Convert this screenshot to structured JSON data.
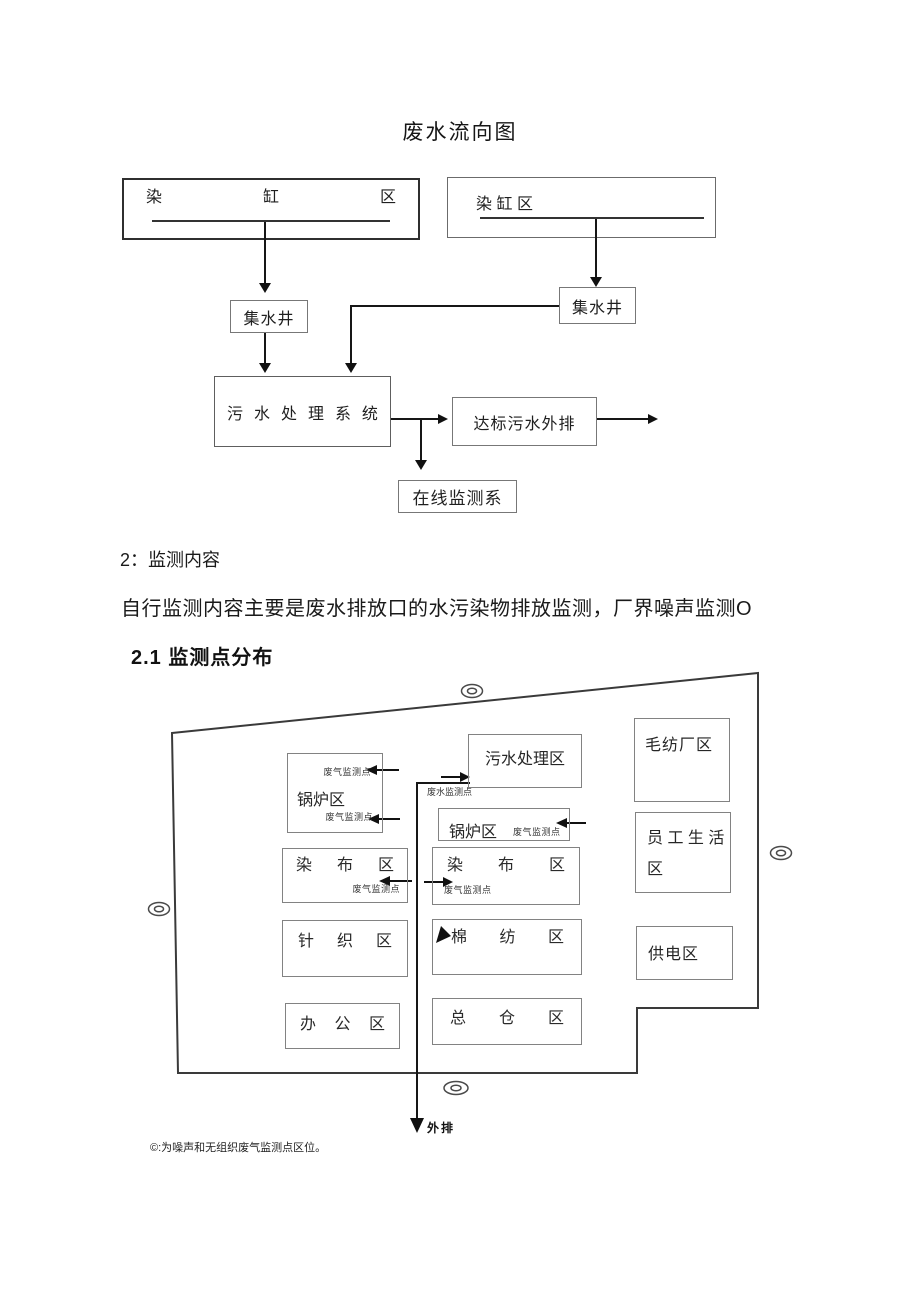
{
  "flowchart": {
    "title": "废水流向图",
    "dye_vat_left": {
      "c1": "染",
      "c2": "缸",
      "c3": "区"
    },
    "dye_vat_right": {
      "c1": "染",
      "c2": "缸",
      "c3": "区"
    },
    "well_left": "集水井",
    "well_right": "集水井",
    "treatment": {
      "c1": "污",
      "c2": "水",
      "c3": "处",
      "c4": "理",
      "c5": "系",
      "c6": "统"
    },
    "discharge": "达标污水外排",
    "online": "在线监测系"
  },
  "section": {
    "heading": "2：监测内容",
    "paragraph": "自行监测内容主要是废水排放口的水污染物排放监测，厂界噪声监测O",
    "subheading": "2.1 监测点分布"
  },
  "map": {
    "areas": {
      "sewage": "污水处理区",
      "wool": "毛纺厂区",
      "boiler1": "锅炉区",
      "boiler2": "锅炉区",
      "staff_line1": "员 工 生 活",
      "staff_line2": "区",
      "dyeing1": {
        "c1": "染",
        "c2": "布",
        "c3": "区"
      },
      "dyeing2": {
        "c1": "染",
        "c2": "布",
        "c3": "区"
      },
      "knitting": {
        "c1": "针",
        "c2": "织",
        "c3": "区"
      },
      "cotton": {
        "c1": "棉",
        "c2": "纺",
        "c3": "区"
      },
      "power": "供电区",
      "office": {
        "c1": "办",
        "c2": "公",
        "c3": "区"
      },
      "warehouse": {
        "c1": "总",
        "c2": "仓",
        "c3": "区"
      }
    },
    "labels": {
      "gas_point": "废气监测点",
      "water_point": "废水监测点",
      "outfall": "外排"
    },
    "note": "©:为噪声和无组织废气监测点区位。"
  },
  "colors": {
    "line": "#3a3a3a",
    "box_border": "#828282",
    "text": "#1f1f1f"
  }
}
